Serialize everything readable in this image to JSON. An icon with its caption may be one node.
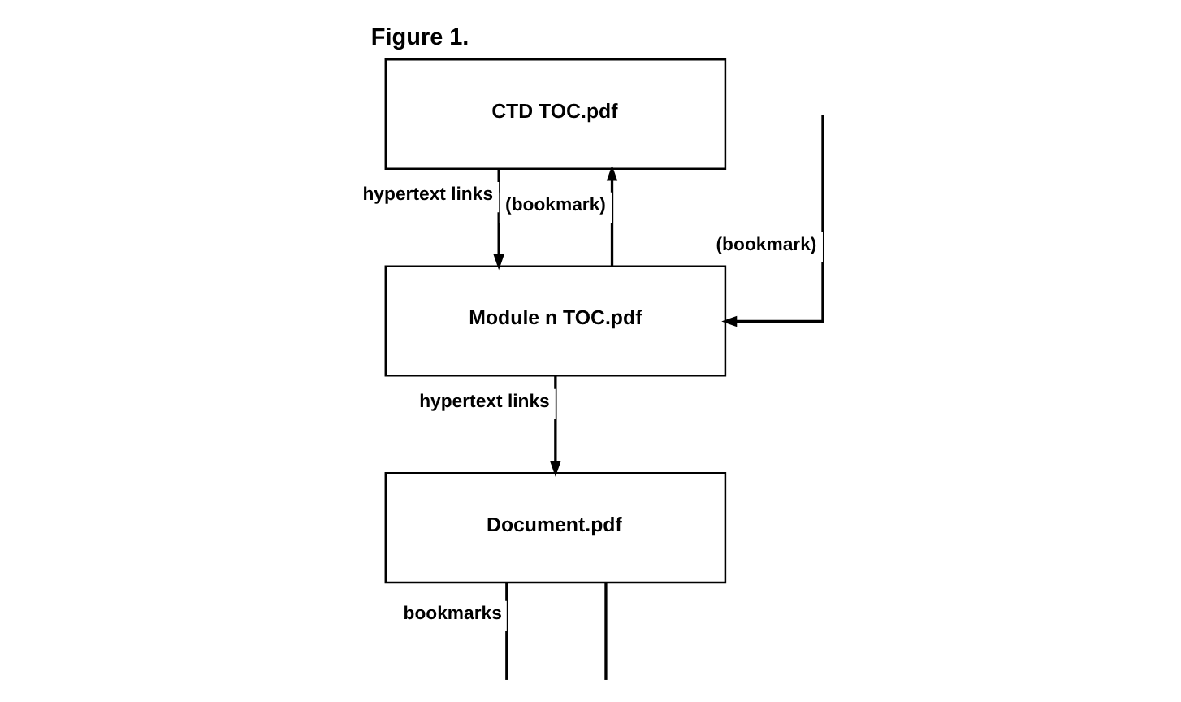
{
  "diagram": {
    "title": "Figure 1.",
    "nodes": [
      {
        "text": [
          "CTD TOC.pdf"
        ]
      },
      {
        "text": [
          "Module n TOC.pdf"
        ]
      },
      {
        "text": [
          "Document.pdf"
        ]
      }
    ],
    "edges": [
      {
        "from": 0,
        "to": 1,
        "arrow": "to",
        "label": "hypertext links"
      },
      {
        "from": 1,
        "to": 0,
        "arrow": "to",
        "label": "(bookmark)"
      },
      {
        "from": null,
        "to": 1,
        "arrow": "to",
        "label": "(bookmark)"
      },
      {
        "from": 1,
        "to": 2,
        "arrow": "to",
        "label": "hypertext links"
      },
      {
        "from": 2,
        "to": null,
        "arrow": "none",
        "label": "bookmarks"
      },
      {
        "from": 2,
        "to": null,
        "arrow": "none"
      }
    ]
  }
}
